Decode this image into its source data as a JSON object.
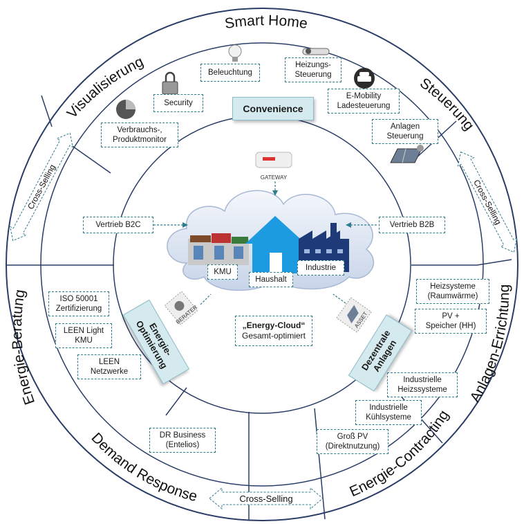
{
  "outer_segments": {
    "smart_home": "Smart Home",
    "visualisierung": "Visualisierung",
    "steuerung": "Steuerung",
    "energie_beratung": "Energie-Beratung",
    "demand_response": "Demand Response",
    "energie_contracting": "Energie-Contracting",
    "anlagen_errichtung": "Anlagen-Errichtung"
  },
  "cross_selling": {
    "left": "Cross-Selling",
    "right": "Cross-Selling",
    "bottom": "Cross-Selling"
  },
  "smart_home_items": {
    "beleuchtung": "Beleuchtung",
    "security": "Security",
    "verbrauch_1": "Verbrauchs-,",
    "verbrauch_2": "Produktmonitor",
    "heizung_1": "Heizungs-",
    "heizung_2": "Steuerung",
    "emob_1": "E-Mobility",
    "emob_2": "Ladesteuerung",
    "anlagen_1": "Anlagen",
    "anlagen_2": "Steuerung"
  },
  "headers": {
    "convenience": "Convenience",
    "optimierung_1": "Energie-",
    "optimierung_2": "Optimierung",
    "dezentrale_1": "Dezentrale",
    "dezentrale_2": "Anlagen"
  },
  "channels": {
    "b2c": "Vertrieb B2C",
    "b2b": "Vertrieb B2B"
  },
  "cloud": {
    "kmu": "KMU",
    "haushalt": "Haushalt",
    "industrie": "Industrie",
    "energy_cloud": "„Energy-Cloud“",
    "gesamt": "Gesamt-optimiert"
  },
  "device_labels": {
    "gateway": "GATEWAY",
    "berater": "BERATER",
    "asset": "ASSET"
  },
  "beratung_items": {
    "iso_1": "ISO 50001",
    "iso_2": "Zertifizierung",
    "leen_light_1": "LEEN Light",
    "leen_light_2": "KMU",
    "leen_1": "LEEN",
    "leen_2": "Netzwerke"
  },
  "demand_items": {
    "dr_1": "DR Business",
    "dr_2": "(Entelios)"
  },
  "anlagen_items": {
    "heiz_1": "Heizsysteme",
    "heiz_2": "(Raumwärme)",
    "pv_1": "PV +",
    "pv_2": "Speicher (HH)",
    "ind_heiz_1": "Industrielle",
    "ind_heiz_2": "Heizssysteme",
    "ind_kuehl_1": "Industrielle",
    "ind_kuehl_2": "Kühlsysteme",
    "gross_pv_1": "Groß PV",
    "gross_pv_2": "(Direktnutzung)"
  },
  "icons": [
    "pie-chart-icon",
    "lock-icon",
    "light-bulb-icon",
    "thermostat-icon",
    "car-icon",
    "solar-panel-icon",
    "gateway-device-icon",
    "shop-building-icon",
    "house-icon",
    "factory-icon",
    "berater-device-icon",
    "asset-panel-icon"
  ],
  "colors": {
    "ring_line": "#2a3d66",
    "box_border": "#2e7d8c",
    "header_fill": "#d4eaee",
    "house_blue": "#1d9be0",
    "factory_navy": "#1e3a78",
    "cloud_fill": "#dfe7f3"
  }
}
